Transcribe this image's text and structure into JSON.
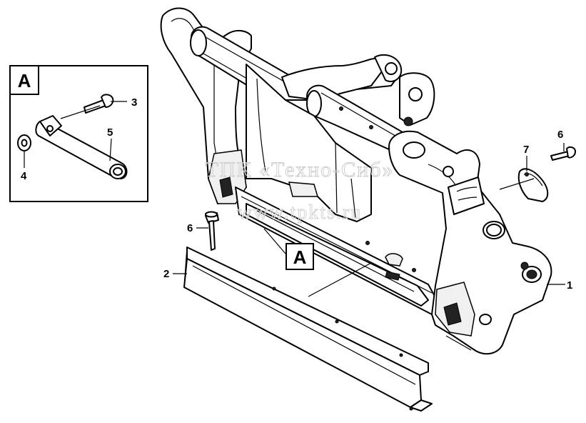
{
  "detail_view": {
    "label": "A"
  },
  "section_marker": {
    "label": "A"
  },
  "callouts": {
    "frame": "1",
    "cover_plate": "2",
    "bolt": "3",
    "washer": "4",
    "pin": "5",
    "screw_top": "6",
    "screw_left": "6",
    "lid": "7"
  },
  "watermark": {
    "line1": "ТПК «Техно-Сиб»",
    "line2": "www.tpkts.ru"
  },
  "colors": {
    "line": "#000000",
    "fill": "#ffffff",
    "watermark": "#cfcfcf"
  }
}
